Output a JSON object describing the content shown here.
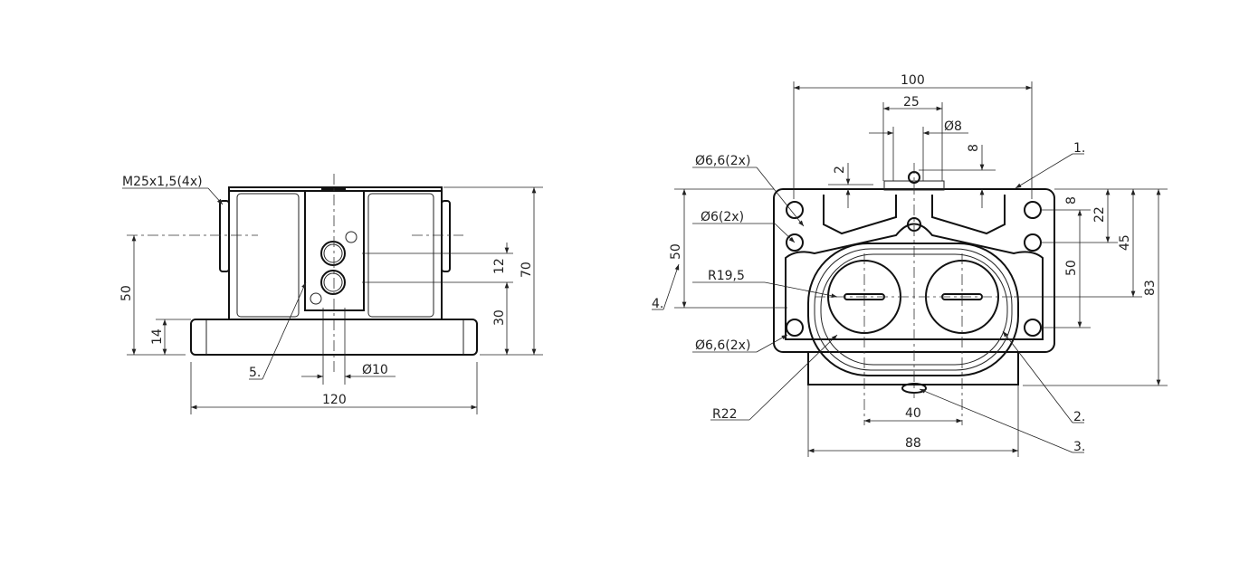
{
  "drawing": {
    "side_view": {
      "labels": {
        "thread": "M25x1,5(4x)",
        "item5": "5.",
        "dia10": "Ø10",
        "dim120": "120",
        "dim70": "70",
        "dim12": "12",
        "dim30": "30",
        "dim50": "50",
        "dim14": "14"
      }
    },
    "front_view": {
      "labels": {
        "dim100": "100",
        "dim25": "25",
        "dia8": "Ø8",
        "dim8_top": "8",
        "dim2": "2",
        "hole66_top": "Ø6,6(2x)",
        "hole6": "Ø6(2x)",
        "r195": "R19,5",
        "hole66_bottom": "Ø6,6(2x)",
        "r22": "R22",
        "item4": "4.",
        "dim50_left": "50",
        "item1": "1.",
        "dim8_right": "8",
        "dim22": "22",
        "dim45": "45",
        "dim50_right": "50",
        "dim83": "83",
        "item2": "2.",
        "item3": "3.",
        "dim40": "40",
        "dim88": "88"
      }
    }
  }
}
